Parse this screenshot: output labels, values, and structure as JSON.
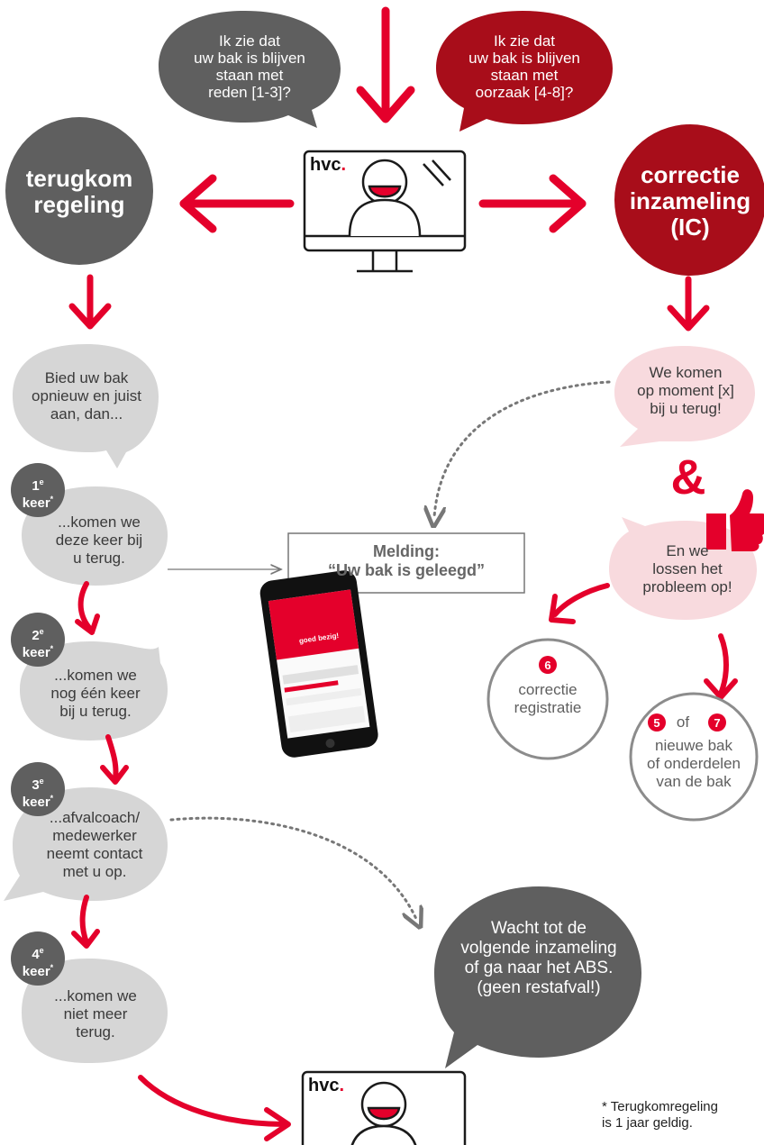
{
  "colors": {
    "red": "#e4002b",
    "dark_red": "#a80d1a",
    "dark_grey": "#5f5f5f",
    "light_grey": "#d6d6d6",
    "pink": "#f8dade",
    "ring_grey": "#8c8c8c"
  },
  "top": {
    "question_left": "Ik zie dat\nuw bak is blijven\nstaan met\nreden [1-3]?",
    "question_right": "Ik zie dat\nuw bak is blijven\nstaan met\noorzaak [4-8]?"
  },
  "monitor": {
    "logo": "hvc",
    "logo_dot": "."
  },
  "left": {
    "title": "terugkom\nregeling",
    "intro": "Bied uw bak\nopnieuw en juist\naan, dan...",
    "steps": [
      {
        "num": "1",
        "sup": "e",
        "word": "keer",
        "star": "*",
        "text": "...komen we\ndeze keer bij\nu terug."
      },
      {
        "num": "2",
        "sup": "e",
        "word": "keer",
        "star": "*",
        "text": "...komen we\nnog één keer\nbij u terug."
      },
      {
        "num": "3",
        "sup": "e",
        "word": "keer",
        "star": "*",
        "text": "...afvalcoach/\nmedewerker\nneemt contact\nmet u op."
      },
      {
        "num": "4",
        "sup": "e",
        "word": "keer",
        "star": "*",
        "text": "...komen we\nniet meer\nterug."
      }
    ]
  },
  "right": {
    "title": "correctie\ninzameling\n(IC)",
    "come_back": "We komen\nop moment [x]\nbij u terug!",
    "ampersand": "&",
    "solve": "En we\nlossen het\nprobleem op!",
    "outcome_a": {
      "num": "6",
      "text": "correctie\nregistratie"
    },
    "outcome_b": {
      "num1": "5",
      "of": "of",
      "num2": "7",
      "text": "nieuwe bak\nof onderdelen\nvan de bak"
    }
  },
  "middle": {
    "notification": "Melding:\n“Uw bak is geleegd”",
    "phone_caption": "goed bezig!"
  },
  "bottom": {
    "wait": "Wacht tot de\nvolgende inzameling\nof ga naar het ABS.\n(geen restafval!)",
    "footnote": "* Terugkomregeling\n  is 1 jaar geldig."
  }
}
